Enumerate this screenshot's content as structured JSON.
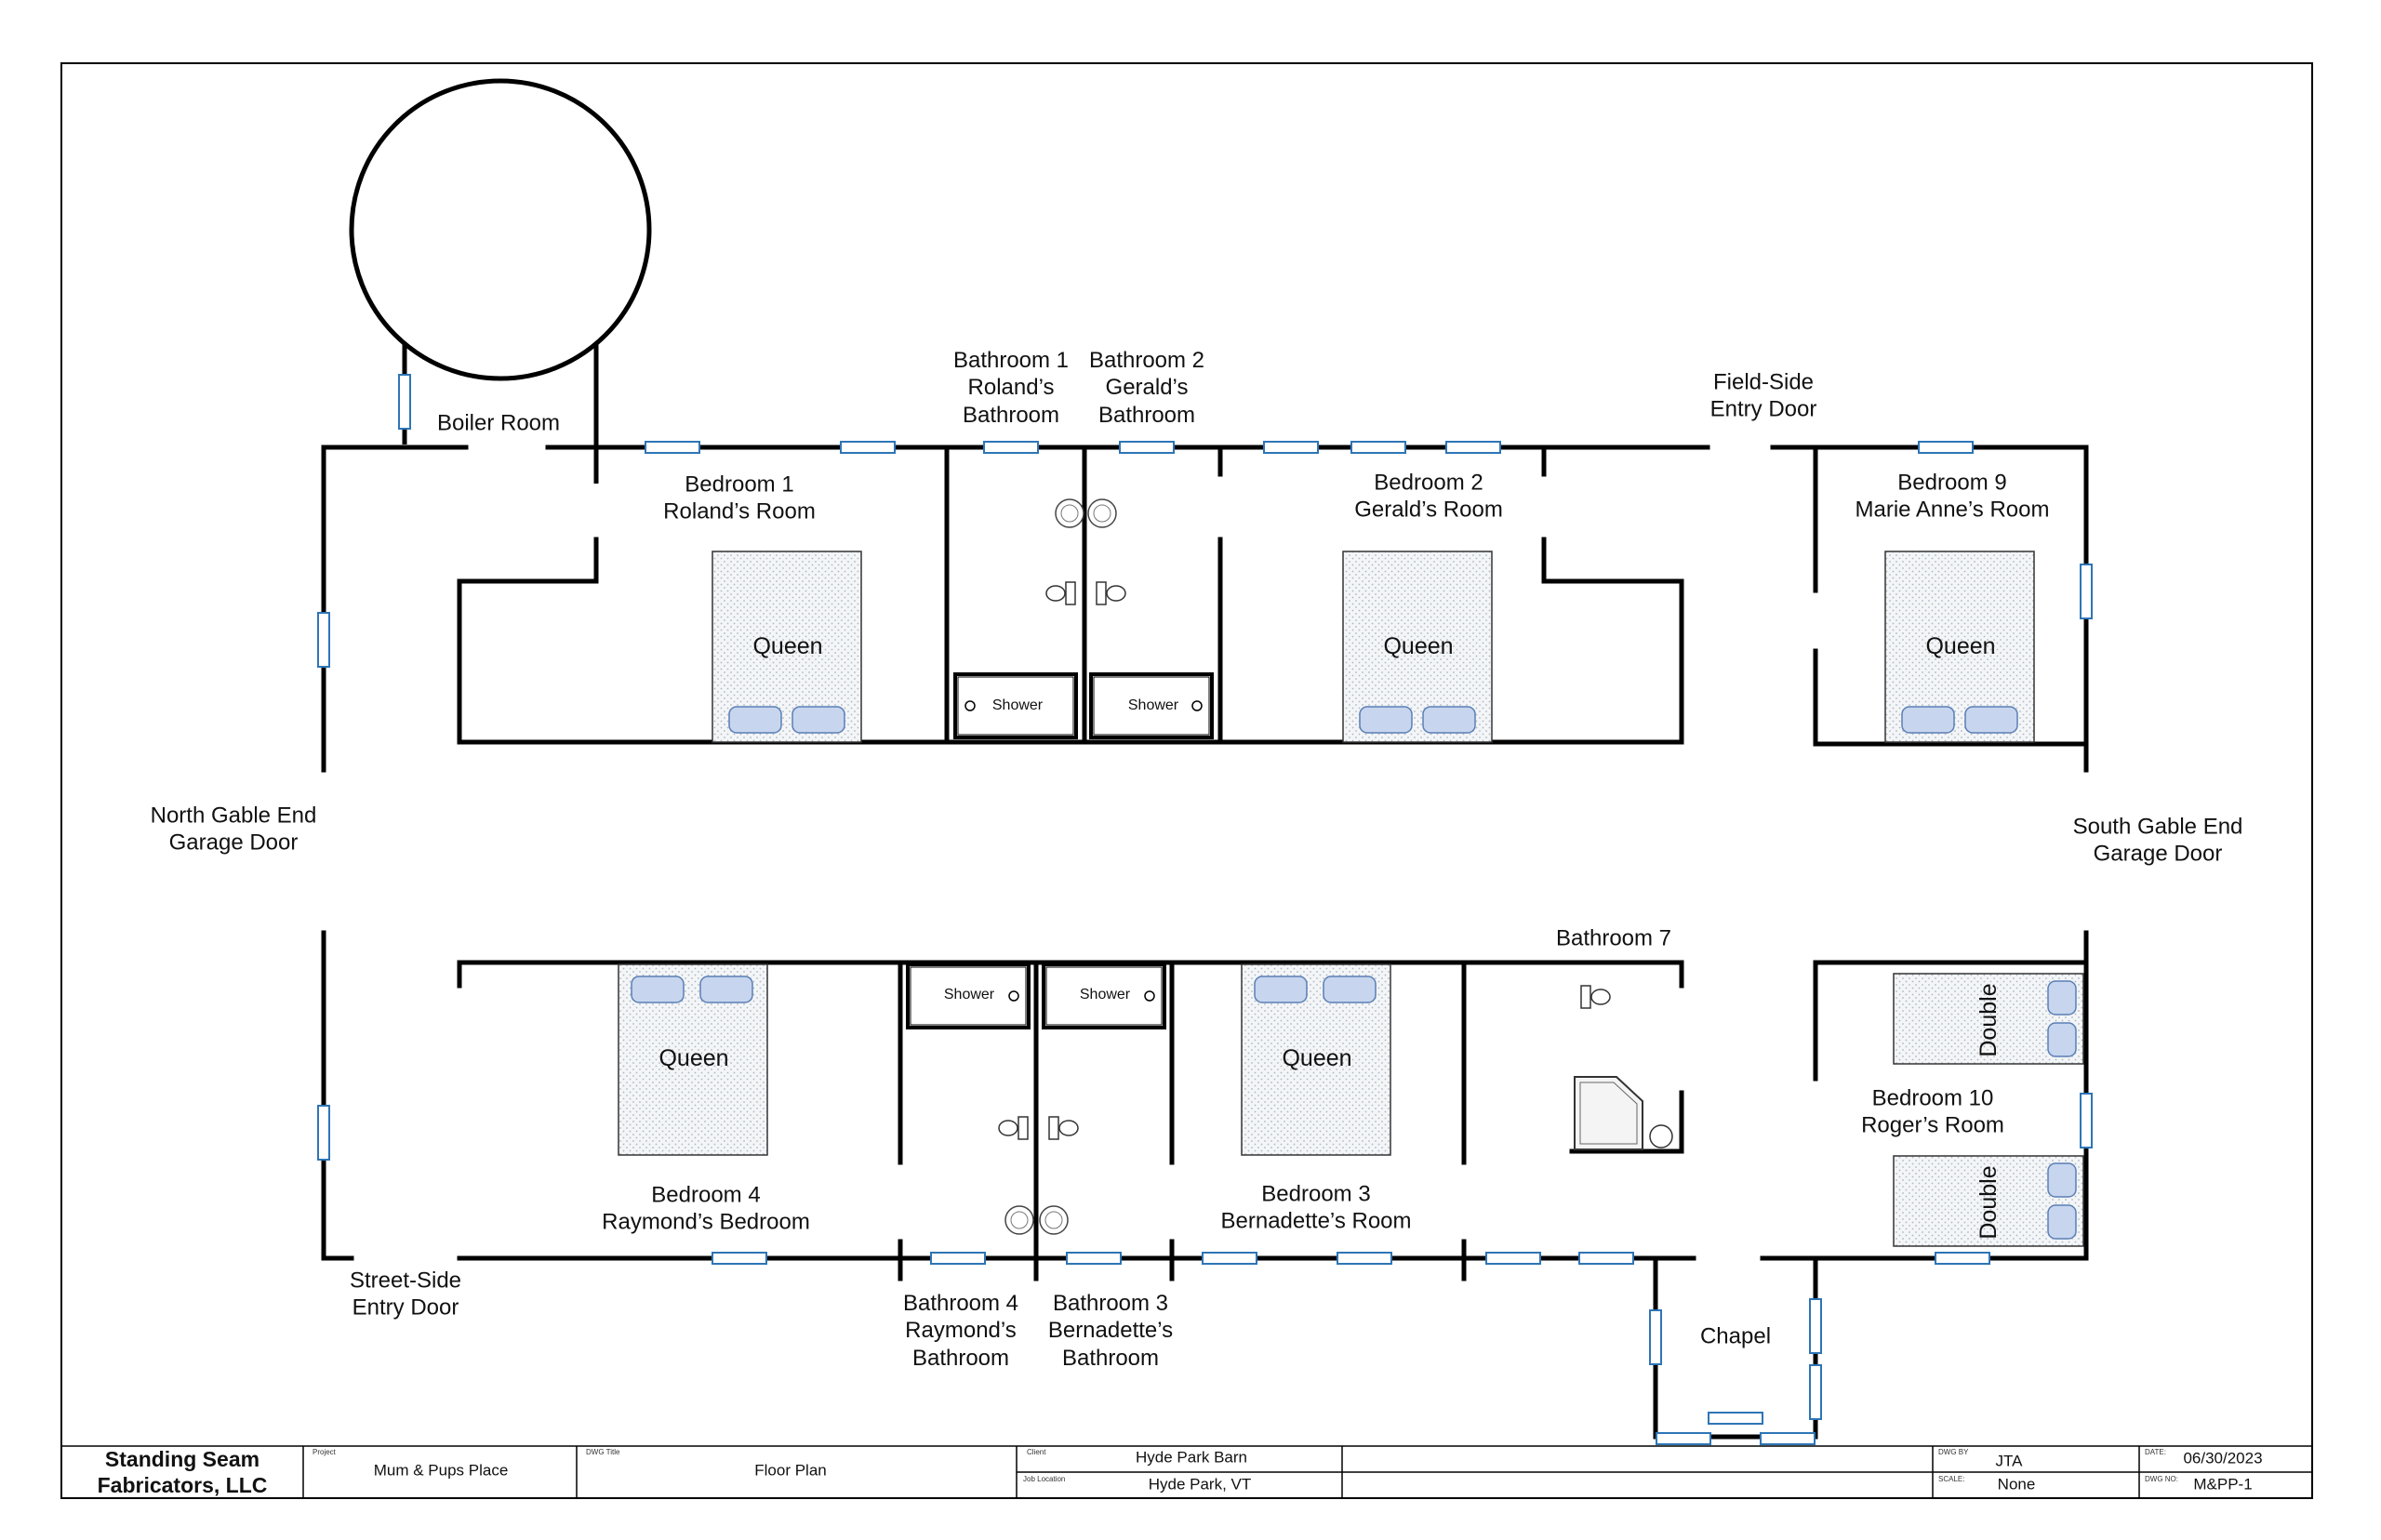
{
  "rooms": {
    "boiler": {
      "name": "Boiler Room"
    },
    "bed1": {
      "line1": "Bedroom 1",
      "line2": "Roland’s Room"
    },
    "bath1": {
      "line1": "Bathroom 1",
      "line2": "Roland’s",
      "line3": "Bathroom"
    },
    "bath2": {
      "line1": "Bathroom 2",
      "line2": "Gerald’s",
      "line3": "Bathroom"
    },
    "bed2": {
      "line1": "Bedroom 2",
      "line2": "Gerald’s Room"
    },
    "field_door": {
      "line1": "Field-Side",
      "line2": "Entry Door"
    },
    "bed9": {
      "line1": "Bedroom 9",
      "line2": "Marie Anne’s Room"
    },
    "north_gable": {
      "line1": "North Gable End",
      "line2": "Garage Door"
    },
    "south_gable": {
      "line1": "South Gable End",
      "line2": "Garage Door"
    },
    "bath7": {
      "name": "Bathroom 7"
    },
    "bed10": {
      "line1": "Bedroom 10",
      "line2": "Roger’s Room"
    },
    "bed4": {
      "line1": "Bedroom 4",
      "line2": "Raymond’s Bedroom"
    },
    "bed3": {
      "line1": "Bedroom 3",
      "line2": "Bernadette’s Room"
    },
    "street_door": {
      "line1": "Street-Side",
      "line2": "Entry Door"
    },
    "bath4": {
      "line1": "Bathroom 4",
      "line2": "Raymond’s",
      "line3": "Bathroom"
    },
    "bath3": {
      "line1": "Bathroom 3",
      "line2": "Bernadette’s",
      "line3": "Bathroom"
    },
    "chapel": {
      "name": "Chapel"
    }
  },
  "fixtures": {
    "queen": "Queen",
    "double": "Double",
    "shower": "Shower"
  },
  "title_block": {
    "company_line1": "Standing Seam",
    "company_line2": "Fabricators, LLC",
    "project_caption": "Project",
    "project": "Mum & Pups Place",
    "dwg_title_caption": "DWG Title",
    "dwg_title": "Floor Plan",
    "client_caption": "Client",
    "client": "Hyde Park Barn",
    "job_location_caption": "Job Location",
    "job_location": "Hyde Park, VT",
    "dwg_by_caption": "DWG BY",
    "dwg_by": "JTA",
    "scale_caption": "SCALE:",
    "scale": "None",
    "date_caption": "DATE:",
    "date": "06/30/2023",
    "dwg_no_caption": "DWG NO:",
    "dwg_no": "M&PP-1"
  },
  "colors": {
    "wall": "#000000",
    "window_stroke": "#2e75b6",
    "bed_fill": "#f2f4f6",
    "pillow_fill": "#c7d6ee",
    "pillow_stroke": "#5b7fb5"
  }
}
